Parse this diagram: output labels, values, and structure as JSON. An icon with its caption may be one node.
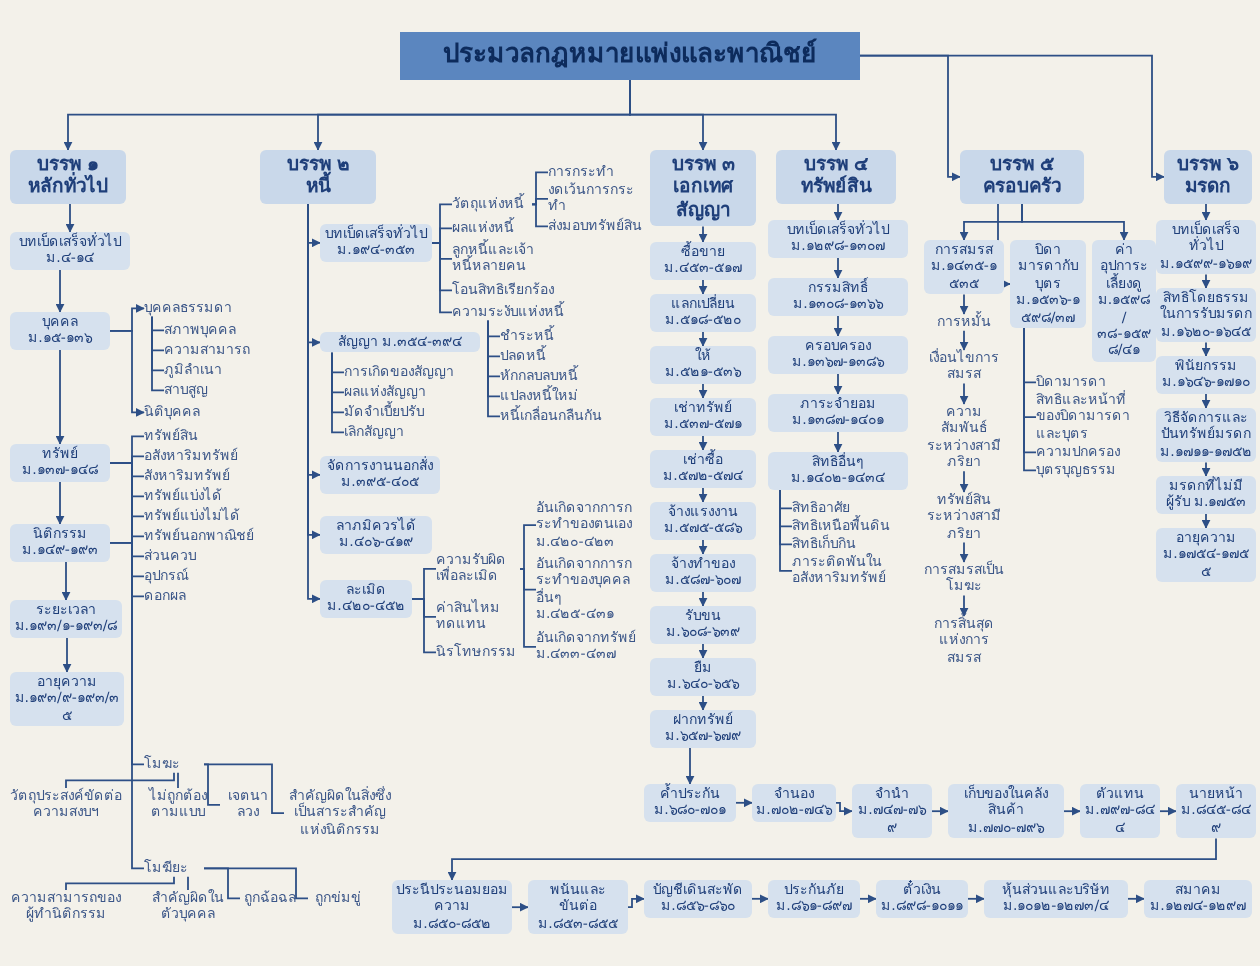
{
  "diagram": {
    "nodes": [
      {
        "text": [
          "ประมวลกฎหมายแพ่งและพาณิชย์"
        ]
      },
      {
        "text": [
          "บรรพ ๑",
          "หลักทั่วไป"
        ]
      },
      {
        "text": [
          "บทเบ็ดเสร็จทั่วไป",
          "ม.๔-๑๔"
        ]
      },
      {
        "text": [
          "บุคคล",
          "ม.๑๕-๑๓๖"
        ]
      },
      {
        "text": [
          "บุคคลธรรมดา"
        ]
      },
      {
        "text": [
          "สภาพบุคคล"
        ]
      },
      {
        "text": [
          "ความสามารถ"
        ]
      },
      {
        "text": [
          "ภูมิลำเนา"
        ]
      },
      {
        "text": [
          "สาบสูญ"
        ]
      },
      {
        "text": [
          "นิติบุคคล"
        ]
      },
      {
        "text": [
          "ทรัพย์",
          "ม.๑๓๗-๑๔๘"
        ]
      },
      {
        "text": [
          "ทรัพย์สิน"
        ]
      },
      {
        "text": [
          "อสังหาริมทรัพย์"
        ]
      },
      {
        "text": [
          "สังหาริมทรัพย์"
        ]
      },
      {
        "text": [
          "ทรัพย์แบ่งได้"
        ]
      },
      {
        "text": [
          "ทรัพย์แบ่งไม่ได้"
        ]
      },
      {
        "text": [
          "ทรัพย์นอกพาณิชย์"
        ]
      },
      {
        "text": [
          "ส่วนควบ"
        ]
      },
      {
        "text": [
          "อุปกรณ์"
        ]
      },
      {
        "text": [
          "ดอกผล"
        ]
      },
      {
        "text": [
          "นิติกรรม",
          "ม.๑๔๙-๑๙๓"
        ]
      },
      {
        "text": [
          "ระยะเวลา",
          "ม.๑๙๓/๑-๑๙๓/๘"
        ]
      },
      {
        "text": [
          "อายุความ",
          "ม.๑๙๓/๙-๑๙๓/๓๕"
        ]
      },
      {
        "text": [
          "โมฆะ"
        ]
      },
      {
        "text": [
          "วัตถุประสงค์ขัดต่อความสงบฯ"
        ]
      },
      {
        "text": [
          "ไม่ถูกต้องตามแบบ"
        ]
      },
      {
        "text": [
          "เจตนาลวง"
        ]
      },
      {
        "text": [
          "สำคัญผิดในสิ่งซึ่งเป็นสาระสำคัญแห่งนิติกรรม"
        ]
      },
      {
        "text": [
          "โมฆียะ"
        ]
      },
      {
        "text": [
          "ความสามารถของผู้ทำนิติกรรม"
        ]
      },
      {
        "text": [
          "สำคัญผิดในตัวบุคคล"
        ]
      },
      {
        "text": [
          "ถูกฉ้อฉล"
        ]
      },
      {
        "text": [
          "ถูกข่มขู่"
        ]
      },
      {
        "text": [
          "บรรพ ๒",
          "หนี้"
        ]
      },
      {
        "text": [
          "บทเบ็ดเสร็จทั่วไป",
          "ม.๑๙๔-๓๕๓"
        ]
      },
      {
        "text": [
          "วัตถุแห่งหนี้"
        ]
      },
      {
        "text": [
          "การกระทำ"
        ]
      },
      {
        "text": [
          "งดเว้นการกระทำ"
        ]
      },
      {
        "text": [
          "ส่งมอบทรัพย์สิน"
        ]
      },
      {
        "text": [
          "ผลแห่งหนี้"
        ]
      },
      {
        "text": [
          "ลูกหนี้และเจ้าหนี้หลายคน"
        ]
      },
      {
        "text": [
          "โอนสิทธิเรียกร้อง"
        ]
      },
      {
        "text": [
          "ความระงับแห่งหนี้"
        ]
      },
      {
        "text": [
          "ชำระหนี้"
        ]
      },
      {
        "text": [
          "ปลดหนี้"
        ]
      },
      {
        "text": [
          "หักกลบลบหนี้"
        ]
      },
      {
        "text": [
          "แปลงหนี้ใหม่"
        ]
      },
      {
        "text": [
          "หนี้เกลื่อนกลืนกัน"
        ]
      },
      {
        "text": [
          "สัญญา ม.๓๕๔-๓๙๔"
        ]
      },
      {
        "text": [
          "การเกิดของสัญญา"
        ]
      },
      {
        "text": [
          "ผลแห่งสัญญา"
        ]
      },
      {
        "text": [
          "มัดจำเบี้ยปรับ"
        ]
      },
      {
        "text": [
          "เลิกสัญญา"
        ]
      },
      {
        "text": [
          "จัดการงานนอกสั่ง",
          "ม.๓๙๕-๔๐๕"
        ]
      },
      {
        "text": [
          "ลาภมิควรได้",
          "ม.๔๐๖-๔๑๙"
        ]
      },
      {
        "text": [
          "ละเมิด",
          "ม.๔๒๐-๔๕๒"
        ]
      },
      {
        "text": [
          "ความรับผิดเพื่อละเมิด"
        ]
      },
      {
        "text": [
          "อันเกิดจากการกระทำของตนเอง ม.๔๒๐-๔๒๓"
        ]
      },
      {
        "text": [
          "อันเกิดจากการกระทำของบุคคลอื่นๆ ม.๔๒๕-๔๓๑"
        ]
      },
      {
        "text": [
          "อันเกิดจากทรัพย์ ม.๔๓๓-๔๓๗"
        ]
      },
      {
        "text": [
          "ค่าสินไหมทดแทน"
        ]
      },
      {
        "text": [
          "นิรโทษกรรม"
        ]
      },
      {
        "text": [
          "บรรพ ๓",
          "เอกเทศสัญญา"
        ]
      },
      {
        "text": [
          "ซื้อขาย",
          "ม.๔๕๓-๕๑๗"
        ]
      },
      {
        "text": [
          "แลกเปลี่ยน",
          "ม.๕๑๘-๕๒๐"
        ]
      },
      {
        "text": [
          "ให้",
          "ม.๕๒๑-๕๓๖"
        ]
      },
      {
        "text": [
          "เช่าทรัพย์",
          "ม.๕๓๗-๕๗๑"
        ]
      },
      {
        "text": [
          "เช่าซื้อ",
          "ม.๕๗๒-๕๗๔"
        ]
      },
      {
        "text": [
          "จ้างแรงงาน",
          "ม.๕๗๕-๕๘๖"
        ]
      },
      {
        "text": [
          "จ้างทำของ",
          "ม.๕๘๗-๖๐๗"
        ]
      },
      {
        "text": [
          "รับขน",
          "ม.๖๐๘-๖๓๙"
        ]
      },
      {
        "text": [
          "ยืม",
          "ม.๖๔๐-๖๕๖"
        ]
      },
      {
        "text": [
          "ฝากทรัพย์",
          "ม.๖๕๗-๖๗๙"
        ]
      },
      {
        "text": [
          "ค้ำประกัน",
          "ม.๖๘๐-๗๐๑"
        ]
      },
      {
        "text": [
          "จำนอง",
          "ม.๗๐๒-๗๔๖"
        ]
      },
      {
        "text": [
          "จำนำ",
          "ม.๗๔๗-๗๖๙"
        ]
      },
      {
        "text": [
          "เก็บของในคลังสินค้า",
          "ม.๗๗๐-๗๙๖"
        ]
      },
      {
        "text": [
          "ตัวแทน",
          "ม.๗๙๗-๘๔๔"
        ]
      },
      {
        "text": [
          "นายหน้า",
          "ม.๘๔๕-๘๔๙"
        ]
      },
      {
        "text": [
          "ประนีประนอมยอมความ",
          "ม.๘๕๐-๘๕๒"
        ]
      },
      {
        "text": [
          "พนันและขันต่อ",
          "ม.๘๕๓-๘๕๕"
        ]
      },
      {
        "text": [
          "บัญชีเดินสะพัด",
          "ม.๘๕๖-๘๖๐"
        ]
      },
      {
        "text": [
          "ประกันภัย",
          "ม.๘๖๑-๘๙๗"
        ]
      },
      {
        "text": [
          "ตั๋วเงิน",
          "ม.๘๙๘-๑๐๑๑"
        ]
      },
      {
        "text": [
          "หุ้นส่วนและบริษัท",
          "ม.๑๐๑๒-๑๒๗๓/๔"
        ]
      },
      {
        "text": [
          "สมาคม",
          "ม.๑๒๗๔-๑๒๙๗"
        ]
      },
      {
        "text": [
          "บรรพ ๔",
          "ทรัพย์สิน"
        ]
      },
      {
        "text": [
          "บทเบ็ดเสร็จทั่วไป",
          "ม.๑๒๙๘-๑๓๐๗"
        ]
      },
      {
        "text": [
          "กรรมสิทธิ์",
          "ม.๑๓๐๘-๑๓๖๖"
        ]
      },
      {
        "text": [
          "ครอบครอง",
          "ม.๑๓๖๗-๑๓๘๖"
        ]
      },
      {
        "text": [
          "ภาระจำยอม",
          "ม.๑๓๘๗-๑๔๐๑"
        ]
      },
      {
        "text": [
          "สิทธิอื่นๆ",
          "ม.๑๔๐๒-๑๔๓๔"
        ]
      },
      {
        "text": [
          "สิทธิอาศัย"
        ]
      },
      {
        "text": [
          "สิทธิเหนือพื้นดิน"
        ]
      },
      {
        "text": [
          "สิทธิเก็บกิน"
        ]
      },
      {
        "text": [
          "ภาระติดพันในอสังหาริมทรัพย์"
        ]
      },
      {
        "text": [
          "บรรพ ๕",
          "ครอบครัว"
        ]
      },
      {
        "text": [
          "การสมรส",
          "ม.๑๔๓๕-๑๕๓๕"
        ]
      },
      {
        "text": [
          "การหมั้น"
        ]
      },
      {
        "text": [
          "เงื่อนไขการสมรส"
        ]
      },
      {
        "text": [
          "ความสัมพันธ์ระหว่างสามีภริยา"
        ]
      },
      {
        "text": [
          "ทรัพย์สินระหว่างสามีภริยา"
        ]
      },
      {
        "text": [
          "การสมรสเป็นโมฆะ"
        ]
      },
      {
        "text": [
          "การสิ้นสุดแห่งการสมรส"
        ]
      },
      {
        "text": [
          "บิดามารดากับบุตร",
          "ม.๑๕๓๖-๑๕๙๘/๓๗"
        ]
      },
      {
        "text": [
          "ค่าอุปการะเลี้ยงดู",
          "ม.๑๕๙๘/๓๘-๑๕๙๘/๔๑"
        ]
      },
      {
        "text": [
          "บิดามารดา"
        ]
      },
      {
        "text": [
          "สิทธิและหน้าที่ของบิดามารดาและบุตร"
        ]
      },
      {
        "text": [
          "ความปกครอง"
        ]
      },
      {
        "text": [
          "บุตรบุญธรรม"
        ]
      },
      {
        "text": [
          "บรรพ ๖",
          "มรดก"
        ]
      },
      {
        "text": [
          "บทเบ็ดเสร็จทั่วไป",
          "ม.๑๕๙๙-๑๖๑๙"
        ]
      },
      {
        "text": [
          "สิทธิโดยธรรมในการรับมรดก",
          "ม.๑๖๒๐-๑๖๔๕"
        ]
      },
      {
        "text": [
          "พินัยกรรม",
          "ม.๑๖๔๖-๑๗๑๐"
        ]
      },
      {
        "text": [
          "วิธีจัดการและปันทรัพย์มรดก",
          "ม.๑๗๑๑-๑๗๕๒"
        ]
      },
      {
        "text": [
          "มรดกที่ไม่มีผู้รับ ม.๑๗๕๓"
        ]
      },
      {
        "text": [
          "อายุความ",
          "ม.๑๗๕๔-๑๗๕๕"
        ]
      }
    ],
    "edges": [
      {
        "from": 0,
        "to": 1,
        "arrow": "to"
      },
      {
        "from": 0,
        "to": 33,
        "arrow": "to"
      },
      {
        "from": 0,
        "to": 62,
        "arrow": "to"
      },
      {
        "from": 0,
        "to": 86,
        "arrow": "to"
      },
      {
        "from": 0,
        "to": 96,
        "arrow": "to"
      },
      {
        "from": 0,
        "to": 110,
        "arrow": "to"
      },
      {
        "from": 1,
        "to": 2,
        "arrow": "to"
      },
      {
        "from": 2,
        "to": 3,
        "arrow": "to"
      },
      {
        "from": 3,
        "to": 4,
        "arrow": "to"
      },
      {
        "from": 4,
        "to": 5,
        "arrow": "none"
      },
      {
        "from": 4,
        "to": 6,
        "arrow": "none"
      },
      {
        "from": 4,
        "to": 7,
        "arrow": "none"
      },
      {
        "from": 4,
        "to": 8,
        "arrow": "none"
      },
      {
        "from": 3,
        "to": 9,
        "arrow": "to"
      },
      {
        "from": 3,
        "to": 10,
        "arrow": "to"
      },
      {
        "from": 10,
        "to": 11,
        "arrow": "none"
      },
      {
        "from": 10,
        "to": 12,
        "arrow": "none"
      },
      {
        "from": 10,
        "to": 13,
        "arrow": "none"
      },
      {
        "from": 10,
        "to": 14,
        "arrow": "none"
      },
      {
        "from": 10,
        "to": 15,
        "arrow": "none"
      },
      {
        "from": 10,
        "to": 16,
        "arrow": "none"
      },
      {
        "from": 10,
        "to": 17,
        "arrow": "none"
      },
      {
        "from": 10,
        "to": 18,
        "arrow": "none"
      },
      {
        "from": 10,
        "to": 19,
        "arrow": "none"
      },
      {
        "from": 10,
        "to": 20,
        "arrow": "to"
      },
      {
        "from": 20,
        "to": 21,
        "arrow": "to"
      },
      {
        "from": 21,
        "to": 22,
        "arrow": "to"
      },
      {
        "from": 20,
        "to": 23,
        "arrow": "none"
      },
      {
        "from": 23,
        "to": 24,
        "arrow": "none"
      },
      {
        "from": 23,
        "to": 25,
        "arrow": "none"
      },
      {
        "from": 23,
        "to": 26,
        "arrow": "none"
      },
      {
        "from": 23,
        "to": 27,
        "arrow": "none"
      },
      {
        "from": 20,
        "to": 28,
        "arrow": "none"
      },
      {
        "from": 28,
        "to": 29,
        "arrow": "none"
      },
      {
        "from": 28,
        "to": 30,
        "arrow": "none"
      },
      {
        "from": 28,
        "to": 31,
        "arrow": "none"
      },
      {
        "from": 28,
        "to": 32,
        "arrow": "none"
      },
      {
        "from": 33,
        "to": 34,
        "arrow": "to"
      },
      {
        "from": 34,
        "to": 35,
        "arrow": "none"
      },
      {
        "from": 35,
        "to": 36,
        "arrow": "none"
      },
      {
        "from": 35,
        "to": 37,
        "arrow": "none"
      },
      {
        "from": 35,
        "to": 38,
        "arrow": "none"
      },
      {
        "from": 34,
        "to": 39,
        "arrow": "none"
      },
      {
        "from": 34,
        "to": 40,
        "arrow": "none"
      },
      {
        "from": 34,
        "to": 41,
        "arrow": "none"
      },
      {
        "from": 34,
        "to": 42,
        "arrow": "none"
      },
      {
        "from": 42,
        "to": 43,
        "arrow": "none"
      },
      {
        "from": 42,
        "to": 44,
        "arrow": "none"
      },
      {
        "from": 42,
        "to": 45,
        "arrow": "none"
      },
      {
        "from": 42,
        "to": 46,
        "arrow": "none"
      },
      {
        "from": 42,
        "to": 47,
        "arrow": "none"
      },
      {
        "from": 33,
        "to": 48,
        "arrow": "to"
      },
      {
        "from": 48,
        "to": 49,
        "arrow": "none"
      },
      {
        "from": 48,
        "to": 50,
        "arrow": "none"
      },
      {
        "from": 48,
        "to": 51,
        "arrow": "none"
      },
      {
        "from": 48,
        "to": 52,
        "arrow": "none"
      },
      {
        "from": 33,
        "to": 53,
        "arrow": "to"
      },
      {
        "from": 33,
        "to": 54,
        "arrow": "to"
      },
      {
        "from": 33,
        "to": 55,
        "arrow": "to"
      },
      {
        "from": 55,
        "to": 56,
        "arrow": "none"
      },
      {
        "from": 56,
        "to": 57,
        "arrow": "none"
      },
      {
        "from": 56,
        "to": 58,
        "arrow": "none"
      },
      {
        "from": 56,
        "to": 59,
        "arrow": "none"
      },
      {
        "from": 55,
        "to": 60,
        "arrow": "none"
      },
      {
        "from": 55,
        "to": 61,
        "arrow": "none"
      },
      {
        "from": 62,
        "to": 63,
        "arrow": "to"
      },
      {
        "from": 63,
        "to": 64,
        "arrow": "to"
      },
      {
        "from": 64,
        "to": 65,
        "arrow": "to"
      },
      {
        "from": 65,
        "to": 66,
        "arrow": "to"
      },
      {
        "from": 66,
        "to": 67,
        "arrow": "to"
      },
      {
        "from": 67,
        "to": 68,
        "arrow": "to"
      },
      {
        "from": 68,
        "to": 69,
        "arrow": "to"
      },
      {
        "from": 69,
        "to": 70,
        "arrow": "to"
      },
      {
        "from": 70,
        "to": 71,
        "arrow": "to"
      },
      {
        "from": 71,
        "to": 72,
        "arrow": "to"
      },
      {
        "from": 72,
        "to": 73,
        "arrow": "to"
      },
      {
        "from": 73,
        "to": 74,
        "arrow": "to"
      },
      {
        "from": 74,
        "to": 75,
        "arrow": "to"
      },
      {
        "from": 75,
        "to": 76,
        "arrow": "to"
      },
      {
        "from": 76,
        "to": 77,
        "arrow": "to"
      },
      {
        "from": 77,
        "to": 78,
        "arrow": "to"
      },
      {
        "from": 78,
        "to": 79,
        "arrow": "to"
      },
      {
        "from": 79,
        "to": 80,
        "arrow": "to"
      },
      {
        "from": 80,
        "to": 81,
        "arrow": "to"
      },
      {
        "from": 81,
        "to": 82,
        "arrow": "to"
      },
      {
        "from": 82,
        "to": 83,
        "arrow": "to"
      },
      {
        "from": 83,
        "to": 84,
        "arrow": "to"
      },
      {
        "from": 84,
        "to": 85,
        "arrow": "to"
      },
      {
        "from": 86,
        "to": 87,
        "arrow": "to"
      },
      {
        "from": 87,
        "to": 88,
        "arrow": "to"
      },
      {
        "from": 88,
        "to": 89,
        "arrow": "to"
      },
      {
        "from": 89,
        "to": 90,
        "arrow": "to"
      },
      {
        "from": 90,
        "to": 91,
        "arrow": "to"
      },
      {
        "from": 91,
        "to": 92,
        "arrow": "none"
      },
      {
        "from": 91,
        "to": 93,
        "arrow": "none"
      },
      {
        "from": 91,
        "to": 94,
        "arrow": "none"
      },
      {
        "from": 91,
        "to": 95,
        "arrow": "none"
      },
      {
        "from": 96,
        "to": 97,
        "arrow": "to"
      },
      {
        "from": 97,
        "to": 98,
        "arrow": "to"
      },
      {
        "from": 98,
        "to": 99,
        "arrow": "to"
      },
      {
        "from": 99,
        "to": 100,
        "arrow": "to"
      },
      {
        "from": 100,
        "to": 101,
        "arrow": "to"
      },
      {
        "from": 101,
        "to": 102,
        "arrow": "to"
      },
      {
        "from": 102,
        "to": 103,
        "arrow": "to"
      },
      {
        "from": 96,
        "to": 104,
        "arrow": "to"
      },
      {
        "from": 104,
        "to": 106,
        "arrow": "none"
      },
      {
        "from": 104,
        "to": 107,
        "arrow": "none"
      },
      {
        "from": 104,
        "to": 108,
        "arrow": "none"
      },
      {
        "from": 104,
        "to": 109,
        "arrow": "none"
      },
      {
        "from": 96,
        "to": 105,
        "arrow": "to"
      },
      {
        "from": 110,
        "to": 111,
        "arrow": "to"
      },
      {
        "from": 111,
        "to": 112,
        "arrow": "to"
      },
      {
        "from": 112,
        "to": 113,
        "arrow": "to"
      },
      {
        "from": 113,
        "to": 114,
        "arrow": "to"
      },
      {
        "from": 114,
        "to": 115,
        "arrow": "to"
      },
      {
        "from": 115,
        "to": 116,
        "arrow": "to"
      }
    ]
  }
}
